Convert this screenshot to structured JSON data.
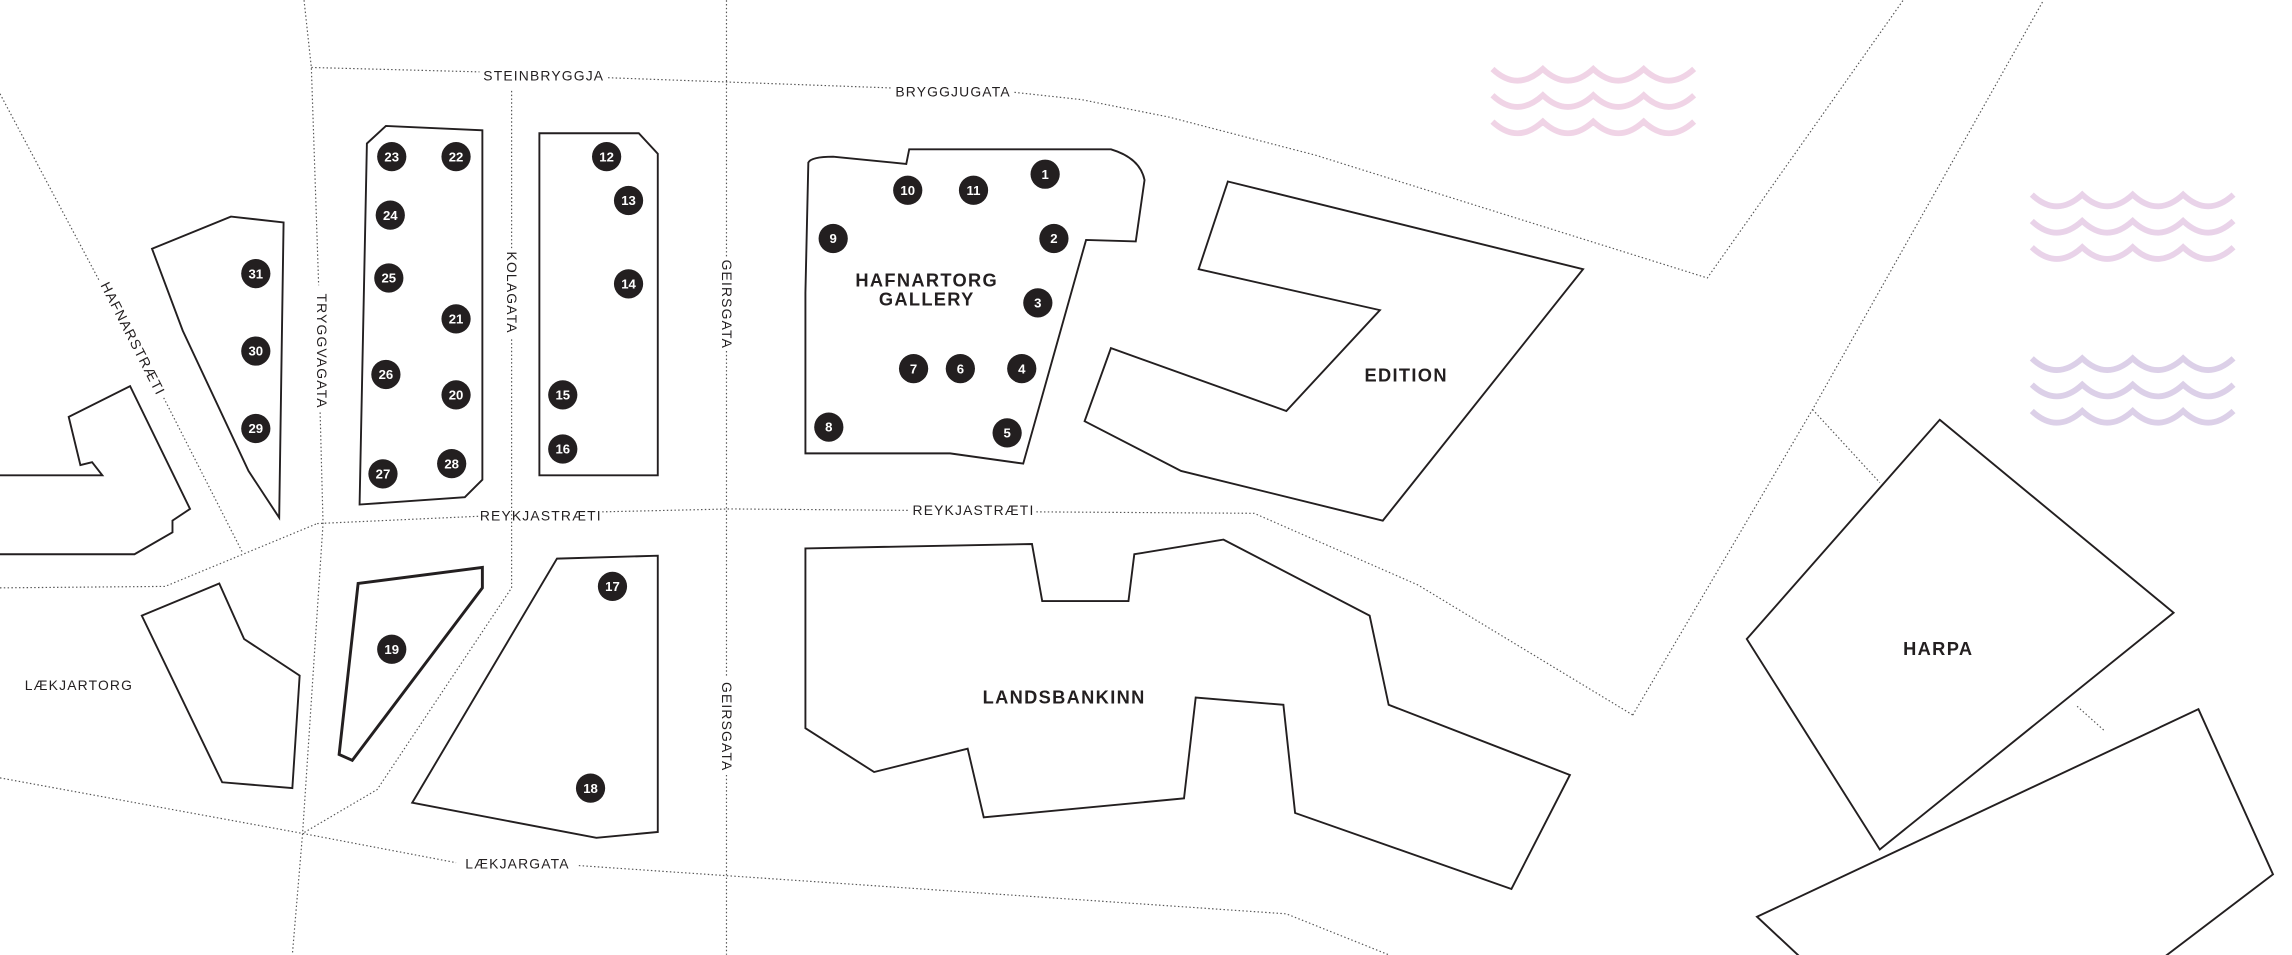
{
  "streets": {
    "steinbryggja": "STEINBRYGGJA",
    "bryggjugata": "BRYGGJUGATA",
    "hafnarstraeti": "HAFNARSTRÆTI",
    "tryggvagata": "TRYGGVAGATA",
    "kolagata": "KOLAGATA",
    "geirsgata_north": "GEIRSGATA",
    "geirsgata_south": "GEIRSGATA",
    "reykjastraeti_west": "REYKJASTRÆTI",
    "reykjastraeti_east": "REYKJASTRÆTI",
    "laekjargata": "LÆKJARGATA",
    "laekjartorg": "LÆKJARTORG"
  },
  "buildings": {
    "gallery_line1": "HAFNARTORG",
    "gallery_line2": "GALLERY",
    "edition": "EDITION",
    "landsbankinn": "LANDSBANKINN",
    "harpa": "HARPA"
  },
  "markers": [
    "1",
    "2",
    "3",
    "4",
    "5",
    "6",
    "7",
    "8",
    "9",
    "10",
    "11",
    "12",
    "13",
    "14",
    "15",
    "16",
    "17",
    "18",
    "19",
    "20",
    "21",
    "22",
    "23",
    "24",
    "25",
    "26",
    "27",
    "28",
    "29",
    "30",
    "31"
  ],
  "colors": {
    "marker": "#231f20",
    "wave_pink": "#f0d4e6",
    "wave_mauve": "#e9d3e9",
    "wave_lavender": "#dcd0e8"
  }
}
